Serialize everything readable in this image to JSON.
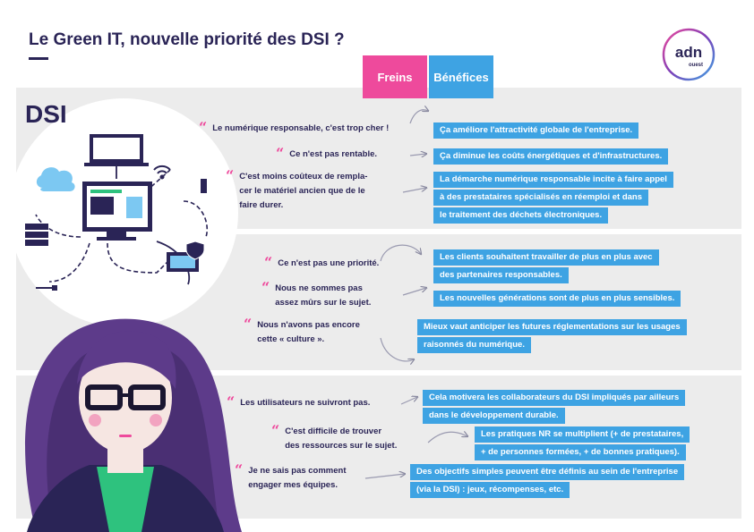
{
  "header": {
    "title": "Le Green IT, nouvelle priorité des DSI ?",
    "logo_text_main": "adn",
    "logo_text_sub": "ouest"
  },
  "tabs": {
    "freins": "Freins",
    "benefices": "Bénéfices"
  },
  "dsi_label": "DSI",
  "colors": {
    "navy": "#2a2456",
    "pink": "#ee4a9c",
    "blue": "#3ea3e3",
    "panel": "#ececec",
    "green": "#2ec27e"
  },
  "sections": [
    {
      "rows": [
        {
          "quote": [
            "Le numérique responsable, c'est trop cher !"
          ],
          "benefit": [
            "Ça améliore l'attractivité globale de l'entreprise."
          ]
        },
        {
          "quote": [
            "Ce n'est pas rentable."
          ],
          "benefit": [
            "Ça diminue les coûts énergétiques et d'infrastructures."
          ]
        },
        {
          "quote": [
            "C'est moins coûteux de rempla-",
            "cer le matériel ancien que de le",
            "faire durer."
          ],
          "benefit": [
            "La démarche numérique responsable incite à faire appel",
            "à des prestataires spécialisés en réemploi et dans",
            "le traitement des déchets électroniques."
          ]
        }
      ]
    },
    {
      "rows": [
        {
          "quote": [
            "Ce n'est pas une priorité."
          ],
          "benefit": [
            "Les clients souhaitent travailler de plus en plus avec",
            "des partenaires responsables."
          ]
        },
        {
          "quote": [
            "Nous ne sommes pas",
            "assez mûrs sur le sujet."
          ],
          "benefit": [
            "Les nouvelles générations sont de plus en plus sensibles."
          ]
        },
        {
          "quote": [
            "Nous n'avons pas encore",
            "cette « culture »."
          ],
          "benefit": [
            "Mieux vaut anticiper les futures réglementations sur les usages",
            "raisonnés du numérique."
          ]
        }
      ]
    },
    {
      "rows": [
        {
          "quote": [
            "Les utilisateurs ne suivront pas."
          ],
          "benefit": [
            "Cela motivera les collaborateurs du DSI impliqués par ailleurs",
            "dans le développement durable."
          ]
        },
        {
          "quote": [
            "C'est difficile de trouver",
            "des ressources sur le sujet."
          ],
          "benefit": [
            "Les pratiques NR se multiplient (+ de prestataires,",
            "+ de personnes formées, + de bonnes pratiques)."
          ]
        },
        {
          "quote": [
            "Je ne sais pas comment",
            "engager mes équipes."
          ],
          "benefit": [
            "Des objectifs simples peuvent être définis au sein de l'entreprise",
            "(via la DSI) : jeux, récompenses, etc."
          ]
        }
      ]
    }
  ]
}
